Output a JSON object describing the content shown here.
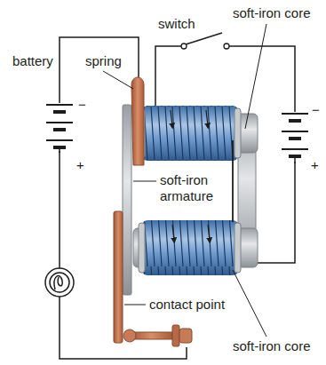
{
  "diagram": {
    "labels": [
      "switch",
      "soft-iron core",
      "battery",
      "spring",
      "−",
      "−",
      "+",
      "+",
      "soft-iron armature",
      "contact point",
      "soft-iron core"
    ]
  }
}
